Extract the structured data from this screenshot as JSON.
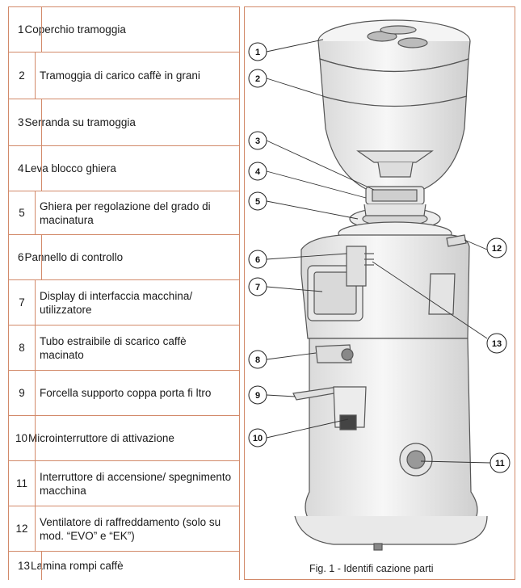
{
  "parts": [
    {
      "num": "1",
      "label": "Coperchio tramoggia"
    },
    {
      "num": "2",
      "label": "Tramoggia di carico caffè in grani"
    },
    {
      "num": "3",
      "label": "Serranda su tramoggia"
    },
    {
      "num": "4",
      "label": "Leva blocco ghiera"
    },
    {
      "num": "5",
      "label": "Ghiera per regolazione del grado di macinatura"
    },
    {
      "num": "6",
      "label": "Pannello di controllo"
    },
    {
      "num": "7",
      "label": "Display di interfaccia macchina/ utilizzatore"
    },
    {
      "num": "8",
      "label": "Tubo estraibile di scarico caffè macinato"
    },
    {
      "num": "9",
      "label": "Forcella supporto coppa porta fi ltro"
    },
    {
      "num": "10",
      "label": "Microinterruttore di attivazione"
    },
    {
      "num": "11",
      "label": "Interruttore di accensione/ spegnimento macchina"
    },
    {
      "num": "12",
      "label": "Ventilatore di raffreddamento (solo su mod. “EVO” e “EK”)"
    },
    {
      "num": "13",
      "label": "Lamina rompi caffè"
    }
  ],
  "figure": {
    "caption": "Fig. 1   - Identifi cazione parti",
    "callouts": [
      "1",
      "2",
      "3",
      "4",
      "5",
      "6",
      "7",
      "8",
      "9",
      "10",
      "11",
      "12",
      "13"
    ]
  },
  "colors": {
    "table_line": "#d28a6a",
    "drawing_line": "#555555",
    "machine_fill": "#f2f2f2"
  }
}
